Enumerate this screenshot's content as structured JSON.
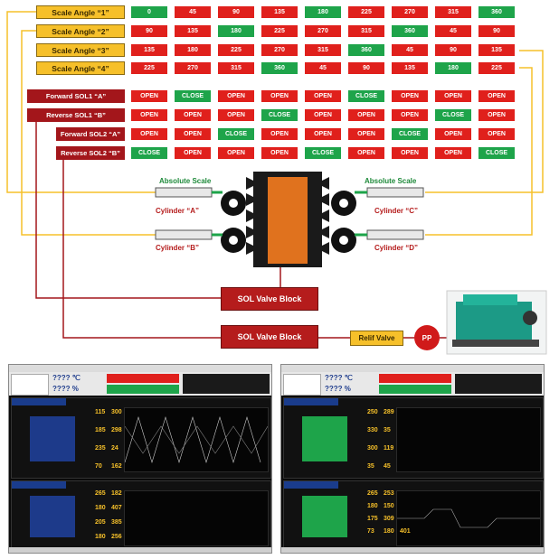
{
  "scale_angles": [
    {
      "label": "Scale Angle  “1”",
      "values": [
        "0",
        "45",
        "90",
        "135",
        "180",
        "225",
        "270",
        "315",
        "360"
      ]
    },
    {
      "label": "Scale Angle  “2”",
      "values": [
        "90",
        "135",
        "180",
        "225",
        "270",
        "315",
        "360",
        "45",
        "90"
      ]
    },
    {
      "label": "Scale Angle  “3”",
      "values": [
        "135",
        "180",
        "225",
        "270",
        "315",
        "360",
        "45",
        "90",
        "135"
      ]
    },
    {
      "label": "Scale Angle  “4”",
      "values": [
        "225",
        "270",
        "315",
        "360",
        "45",
        "90",
        "135",
        "180",
        "225"
      ]
    }
  ],
  "angle_green_indices": [
    [
      0,
      4,
      8
    ],
    [
      2,
      6
    ],
    [
      5
    ],
    [
      3,
      7
    ]
  ],
  "solenoids": [
    {
      "label": "Forward SOL1  “A”",
      "values": [
        "OPEN",
        "CLOSE",
        "OPEN",
        "OPEN",
        "OPEN",
        "CLOSE",
        "OPEN",
        "OPEN",
        "OPEN"
      ]
    },
    {
      "label": "Reverse SOL1  “B”",
      "values": [
        "OPEN",
        "OPEN",
        "OPEN",
        "CLOSE",
        "OPEN",
        "OPEN",
        "OPEN",
        "CLOSE",
        "OPEN"
      ]
    },
    {
      "label": "Forward SOL2  “A”",
      "values": [
        "OPEN",
        "OPEN",
        "CLOSE",
        "OPEN",
        "OPEN",
        "OPEN",
        "CLOSE",
        "OPEN",
        "OPEN"
      ]
    },
    {
      "label": "Reverse SOL2  “B”",
      "values": [
        "CLOSE",
        "OPEN",
        "OPEN",
        "OPEN",
        "CLOSE",
        "OPEN",
        "OPEN",
        "OPEN",
        "CLOSE"
      ]
    }
  ],
  "cylinders": {
    "absolute_scale_left": "Absolute Scale",
    "absolute_scale_right": "Absolute Scale",
    "a": "Cylinder  “A”",
    "b": "Cylinder  “B”",
    "c": "Cylinder  “C”",
    "d": "Cylinder  “D”"
  },
  "blocks": {
    "sol_valve_block_1": "SOL Valve Block",
    "sol_valve_block_2": "SOL Valve Block",
    "relif_valve": "Relif Valve",
    "pp": "PP"
  },
  "screenshots": [
    {
      "temp": "????",
      "unit_c": "℃",
      "unit_pct": "%",
      "values_top": [
        "115",
        "300",
        "185",
        "298",
        "235",
        "24",
        "70",
        "162"
      ],
      "values_bottom": [
        "265",
        "182",
        "180",
        "407",
        "205",
        "385",
        "180",
        "256"
      ]
    },
    {
      "temp": "????",
      "unit_c": "℃",
      "unit_pct": "%",
      "values_top": [
        "250",
        "289",
        "330",
        "35",
        "300",
        "119",
        "35",
        "45"
      ],
      "values_bottom": [
        "265",
        "253",
        "180",
        "150",
        "175",
        "309",
        "73",
        "180",
        "401"
      ]
    }
  ],
  "colors": {
    "red": "#e0201c",
    "green": "#1ea44a",
    "yellow": "#f6c02a",
    "dark_red": "#a3161b"
  }
}
